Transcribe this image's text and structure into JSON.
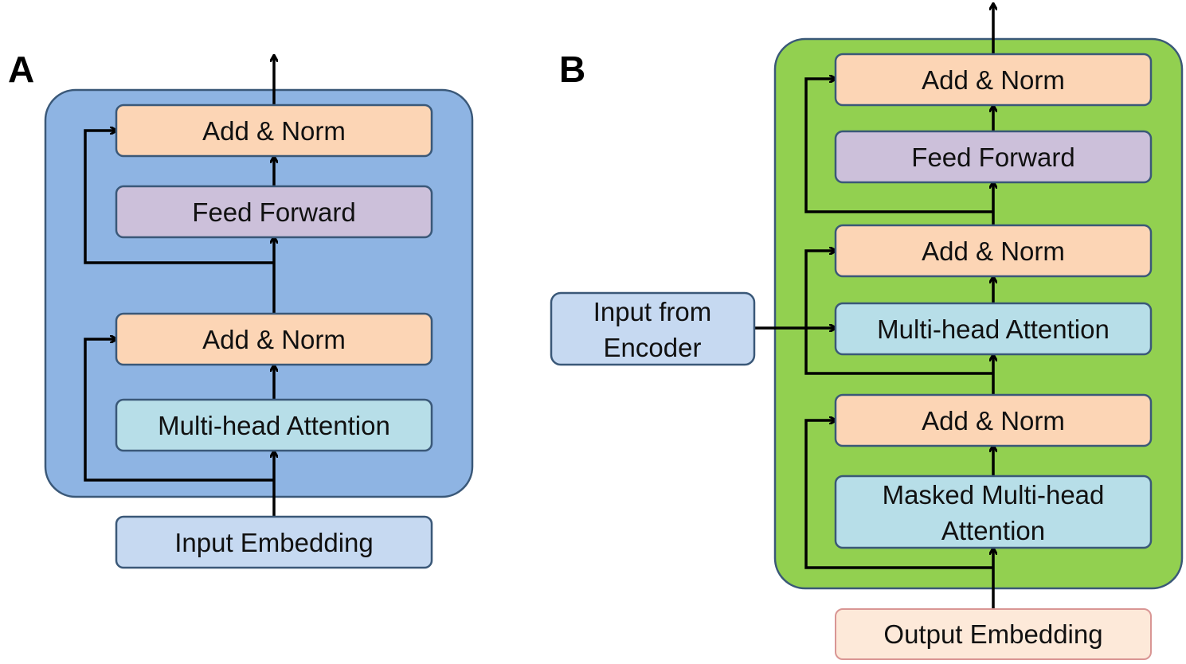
{
  "panels": {
    "a": {
      "letter": "A",
      "color": "#8eb4e3",
      "add_norm_top": "Add & Norm",
      "feed_forward": "Feed Forward",
      "add_norm_bottom": "Add & Norm",
      "attention": "Multi-head Attention",
      "input": "Input Embedding"
    },
    "b": {
      "letter": "B",
      "color": "#92d050",
      "add_norm_top": "Add & Norm",
      "feed_forward": "Feed Forward",
      "add_norm_middle": "Add & Norm",
      "attention": "Multi-head Attention",
      "add_norm_bottom": "Add & Norm",
      "masked_attention_line1": "Masked Multi-head",
      "masked_attention_line2": "Attention",
      "encoder_input_line1": "Input from",
      "encoder_input_line2": "Encoder",
      "output": "Output Embedding"
    }
  },
  "colors": {
    "add_norm": "#fcd5b5",
    "feed_forward": "#ccc0da",
    "attention": "#b7dee8",
    "embedding_input": "#c6d9f1",
    "embedding_output": "#fde9d9"
  }
}
